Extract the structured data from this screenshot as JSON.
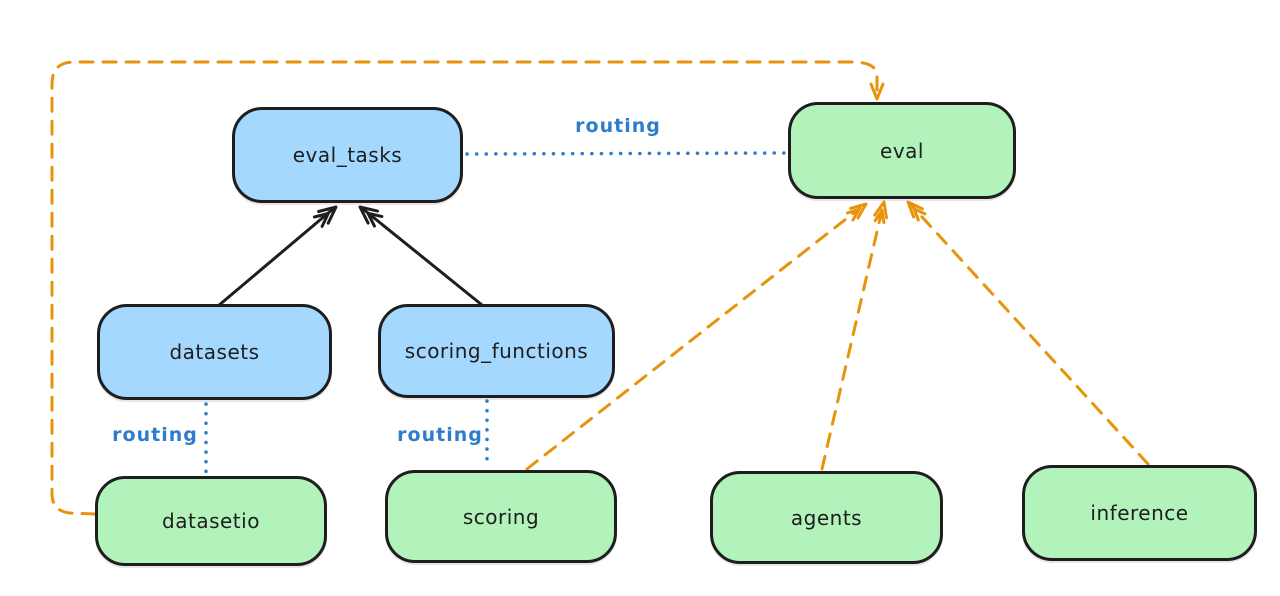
{
  "diagram": {
    "nodes": {
      "eval_tasks": {
        "label": "eval_tasks",
        "fill": "#a5d8ff"
      },
      "eval": {
        "label": "eval",
        "fill": "#b2f2bb"
      },
      "datasets": {
        "label": "datasets",
        "fill": "#a5d8ff"
      },
      "scoring_functions": {
        "label": "scoring_functions",
        "fill": "#a5d8ff"
      },
      "datasetio": {
        "label": "datasetio",
        "fill": "#b2f2bb"
      },
      "scoring": {
        "label": "scoring",
        "fill": "#b2f2bb"
      },
      "agents": {
        "label": "agents",
        "fill": "#b2f2bb"
      },
      "inference": {
        "label": "inference",
        "fill": "#b2f2bb"
      }
    },
    "edge_labels": {
      "routing_eval_tasks_to_eval": "routing",
      "routing_datasets_to_datasetio": "routing",
      "routing_scoring_functions_to_scoring": "routing"
    },
    "edges": [
      {
        "from": "datasets",
        "to": "eval_tasks",
        "style": "solid-black-arrow"
      },
      {
        "from": "scoring_functions",
        "to": "eval_tasks",
        "style": "solid-black-arrow"
      },
      {
        "from": "eval_tasks",
        "to": "eval",
        "style": "dotted-blue",
        "label": "routing"
      },
      {
        "from": "datasets",
        "to": "datasetio",
        "style": "dotted-blue",
        "label": "routing"
      },
      {
        "from": "scoring_functions",
        "to": "scoring",
        "style": "dotted-blue",
        "label": "routing"
      },
      {
        "from": "datasetio",
        "to": "eval",
        "style": "dashed-orange-arrow"
      },
      {
        "from": "scoring",
        "to": "eval",
        "style": "dashed-orange-arrow"
      },
      {
        "from": "agents",
        "to": "eval",
        "style": "dashed-orange-arrow"
      },
      {
        "from": "inference",
        "to": "eval",
        "style": "dashed-orange-arrow"
      }
    ],
    "colors": {
      "background": "#ffffff",
      "node_stroke": "#1e1e1e",
      "blue_fill": "#a5d8ff",
      "green_fill": "#b2f2bb",
      "routing_blue": "#2e7ccc",
      "orange": "#e8930c",
      "black_arrow": "#1e1e1e"
    }
  }
}
